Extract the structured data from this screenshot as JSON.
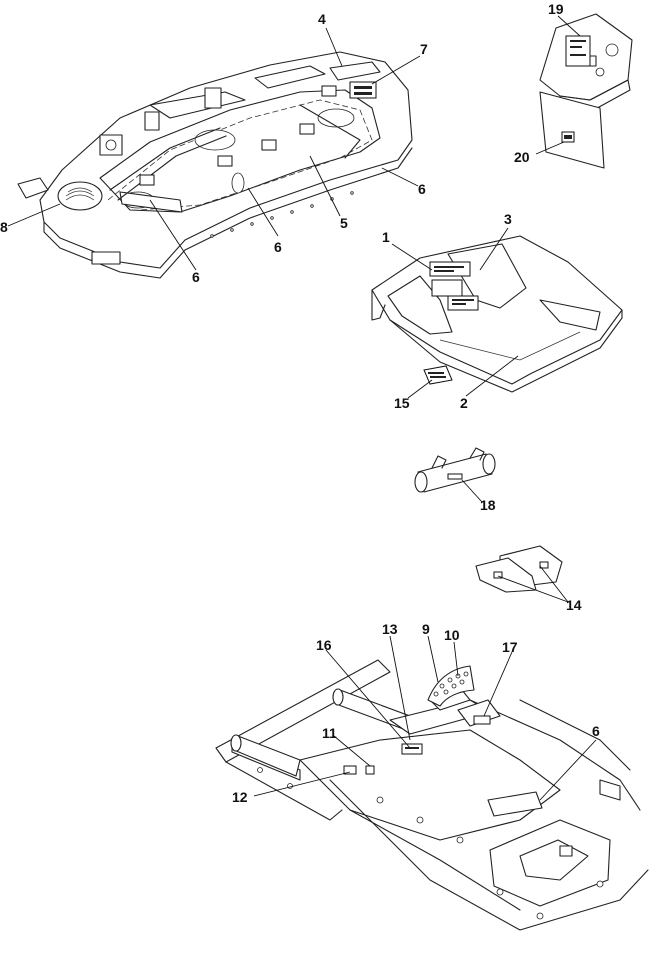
{
  "callouts": [
    {
      "id": "c1",
      "label": "1"
    },
    {
      "id": "c2",
      "label": "2"
    },
    {
      "id": "c3",
      "label": "3"
    },
    {
      "id": "c4",
      "label": "4"
    },
    {
      "id": "c5",
      "label": "5"
    },
    {
      "id": "c6a",
      "label": "6"
    },
    {
      "id": "c6b",
      "label": "6"
    },
    {
      "id": "c6c",
      "label": "6"
    },
    {
      "id": "c6d",
      "label": "6"
    },
    {
      "id": "c7",
      "label": "7"
    },
    {
      "id": "c8",
      "label": "8"
    },
    {
      "id": "c9",
      "label": "9"
    },
    {
      "id": "c10",
      "label": "10"
    },
    {
      "id": "c11",
      "label": "11"
    },
    {
      "id": "c12",
      "label": "12"
    },
    {
      "id": "c13",
      "label": "13"
    },
    {
      "id": "c14",
      "label": "14"
    },
    {
      "id": "c15",
      "label": "15"
    },
    {
      "id": "c16",
      "label": "16"
    },
    {
      "id": "c17",
      "label": "17"
    },
    {
      "id": "c18",
      "label": "18"
    },
    {
      "id": "c19",
      "label": "19"
    },
    {
      "id": "c20",
      "label": "20"
    }
  ]
}
